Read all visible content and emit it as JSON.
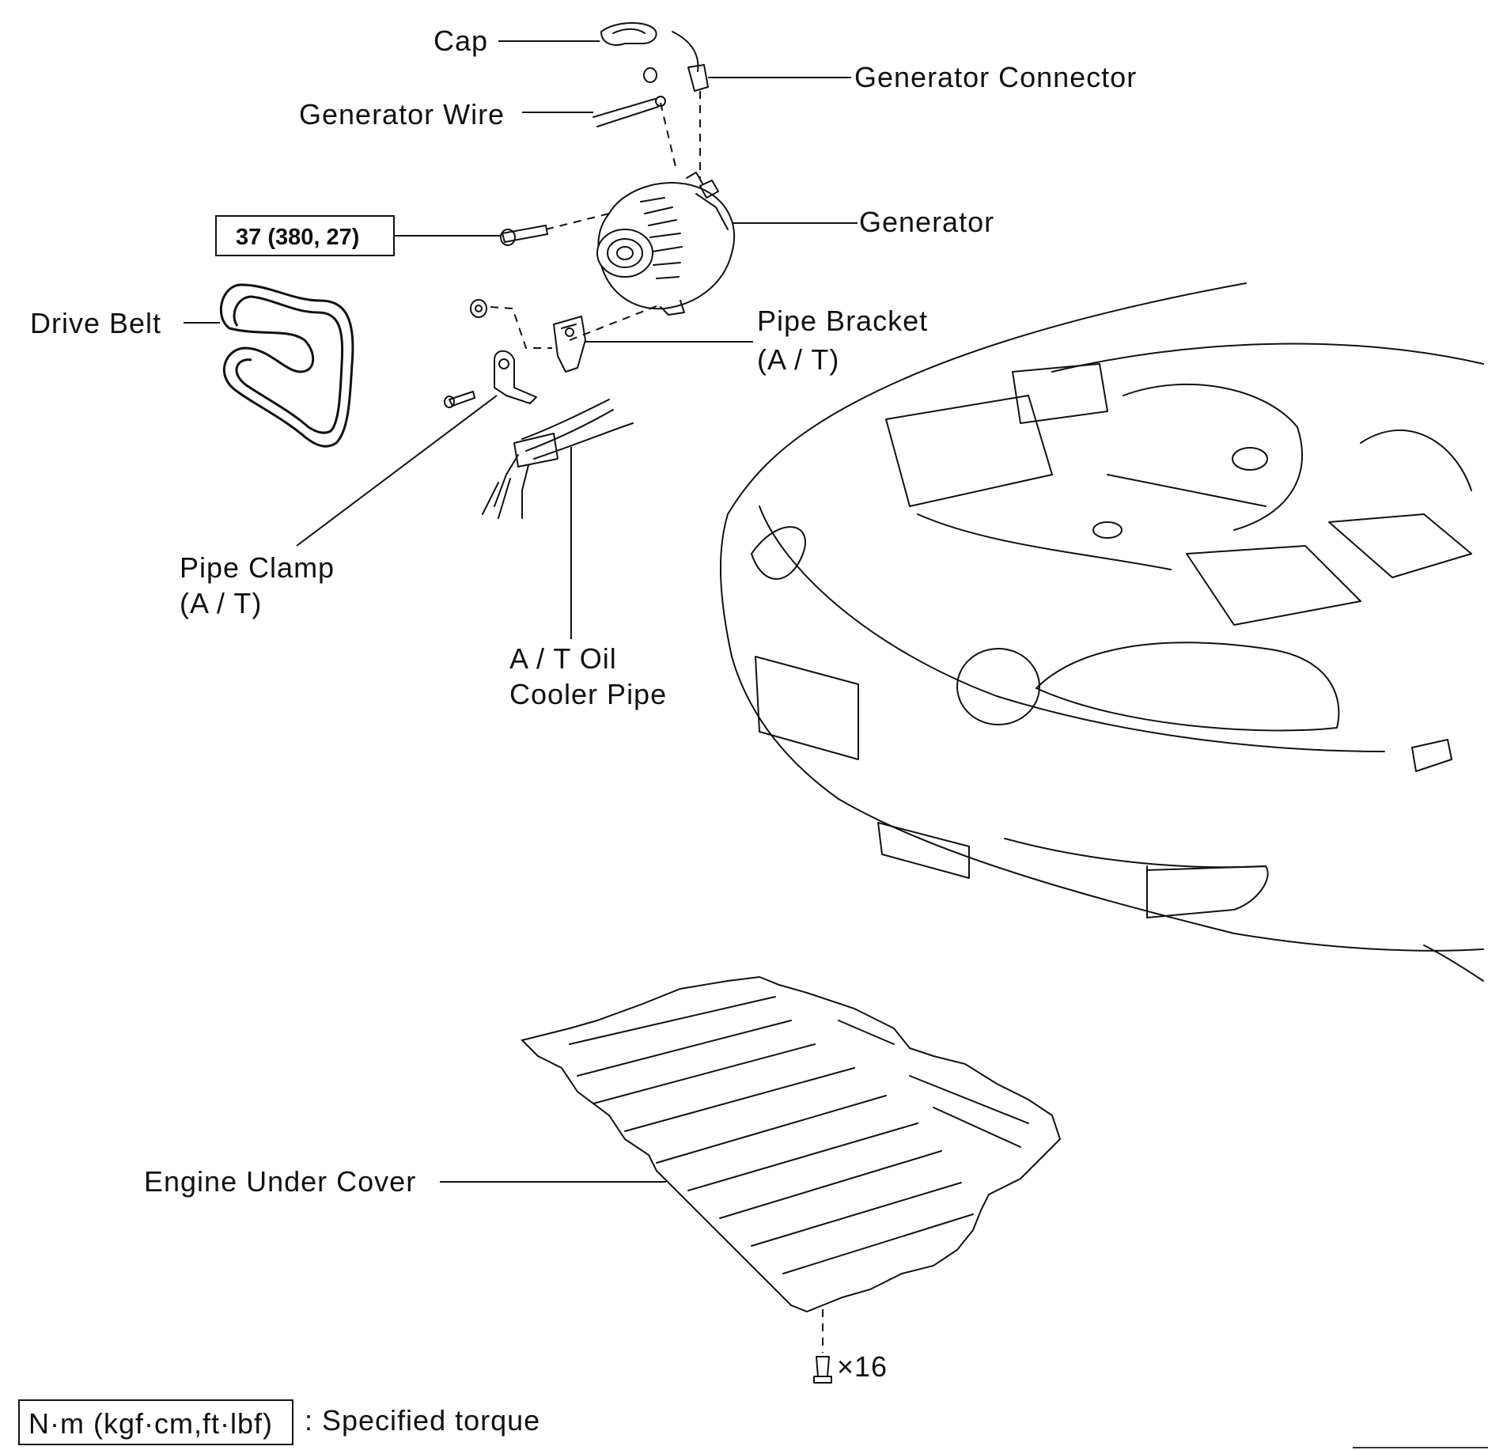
{
  "labels": {
    "cap": "Cap",
    "generator_connector": "Generator Connector",
    "generator_wire": "Generator Wire",
    "generator": "Generator",
    "drive_belt": "Drive Belt",
    "pipe_bracket_line1": "Pipe Bracket",
    "pipe_bracket_line2": "(A / T)",
    "pipe_clamp_line1": "Pipe Clamp",
    "pipe_clamp_line2": "(A / T)",
    "oil_cooler_line1": "A / T Oil",
    "oil_cooler_line2": "Cooler Pipe",
    "engine_under_cover": "Engine Under Cover",
    "bolt_count": "×16"
  },
  "torque_box": "37 (380, 27)",
  "legend": {
    "box": "N·m (kgf·cm,ft·lbf)",
    "text": ": Specified torque"
  }
}
